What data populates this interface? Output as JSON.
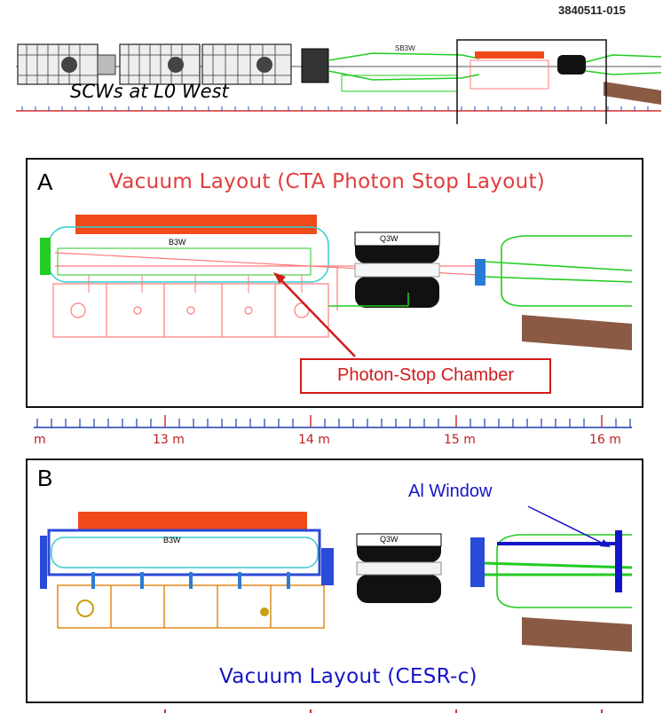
{
  "figure_id": "3840511-015",
  "overview": {
    "label": "SCWs at L0 West",
    "element_label": "SB3W"
  },
  "panel_a": {
    "letter": "A",
    "title": "Vacuum Layout (CTA Photon Stop Layout)",
    "bend_label": "B3W",
    "quad_label": "Q3W",
    "callout": "Photon-Stop Chamber"
  },
  "scale": {
    "unit_start": "m",
    "ticks": [
      "13 m",
      "14 m",
      "15 m",
      "16 m"
    ]
  },
  "panel_b": {
    "letter": "B",
    "title": "Vacuum Layout (CESR-c)",
    "bend_label": "B3W",
    "quad_label": "Q3W",
    "window_label": "Al Window"
  },
  "colors": {
    "beampipe_green": "#22cc22",
    "chamber_pink": "#ff7a7a",
    "outline_cyan": "#33cccc",
    "magnet_orange": "#f04a1a",
    "quad_black": "#111111",
    "tunnel_brown": "#8a5a44",
    "callout_red": "#d21a1a",
    "window_blue": "#1414c8"
  }
}
